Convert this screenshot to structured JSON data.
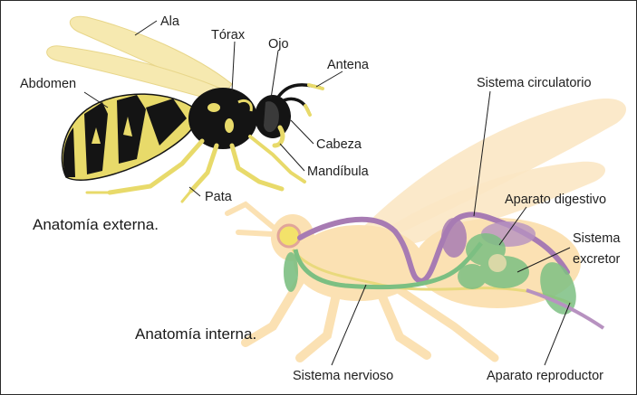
{
  "captions": {
    "external": "Anatomía externa.",
    "internal": "Anatomía interna."
  },
  "external_labels": {
    "ala": "Ala",
    "torax": "Tórax",
    "ojo": "Ojo",
    "antena": "Antena",
    "abdomen": "Abdomen",
    "cabeza": "Cabeza",
    "mandibula": "Mandíbula",
    "pata": "Pata"
  },
  "internal_labels": {
    "circulatorio": "Sistema circulatorio",
    "digestivo": "Aparato digestivo",
    "excretor_line1": "Sistema",
    "excretor_line2": "excretor",
    "nervioso": "Sistema nervioso",
    "reproductor": "Aparato reproductor"
  },
  "colors": {
    "wasp_yellow": "#e8da6a",
    "wasp_black": "#141414",
    "wing": "#f6e9b0",
    "silhouette": "#fbe3b6",
    "circulatory": "#a77bb3",
    "digestive": "#7cbf82",
    "nervous": "#e6dc7a"
  }
}
